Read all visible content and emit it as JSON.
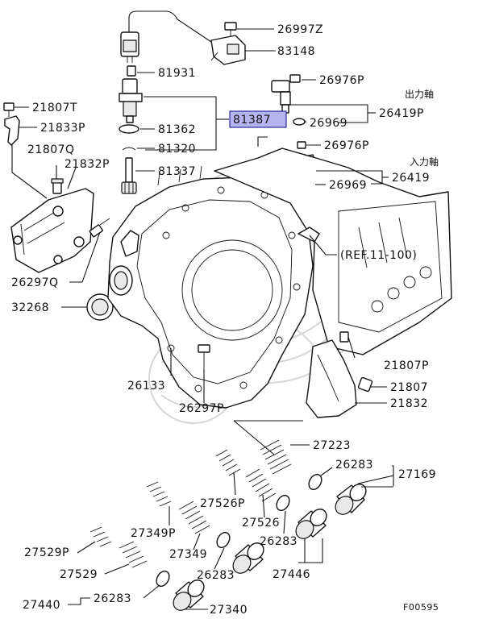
{
  "figure_id": "F00595",
  "reference": "(REF.11-100)",
  "highlighted_part": "81387",
  "labels_jp": {
    "output_shaft": "出力軸",
    "input_shaft": "入力軸"
  },
  "parts": {
    "p26997Z": "26997Z",
    "p83148": "83148",
    "p81931": "81931",
    "p26976P_a": "26976P",
    "p21807T": "21807T",
    "p26419P": "26419P",
    "p81387": "81387",
    "p21833P": "21833P",
    "p81362": "81362",
    "p26969_a": "26969",
    "p21807Q": "21807Q",
    "p81320": "81320",
    "p26976P_b": "26976P",
    "p21832P": "21832P",
    "p81337": "81337",
    "p26419": "26419",
    "p26969_b": "26969",
    "p26297Q": "26297Q",
    "p32268": "32268",
    "p21807P": "21807P",
    "p26133": "26133",
    "p21807": "21807",
    "p26297P": "26297P",
    "p21832": "21832",
    "p27223": "27223",
    "p26283_a": "26283",
    "p27169": "27169",
    "p27526P": "27526P",
    "p27526": "27526",
    "p27349P": "27349P",
    "p26283_b": "26283",
    "p27529P": "27529P",
    "p27349": "27349",
    "p27446": "27446",
    "p27529": "27529",
    "p26283_c": "26283",
    "p27440": "27440",
    "p26283_d": "26283",
    "p27340": "27340"
  },
  "colors": {
    "highlight_fill": "#b4b4ee",
    "highlight_stroke": "#2a2a9a"
  }
}
